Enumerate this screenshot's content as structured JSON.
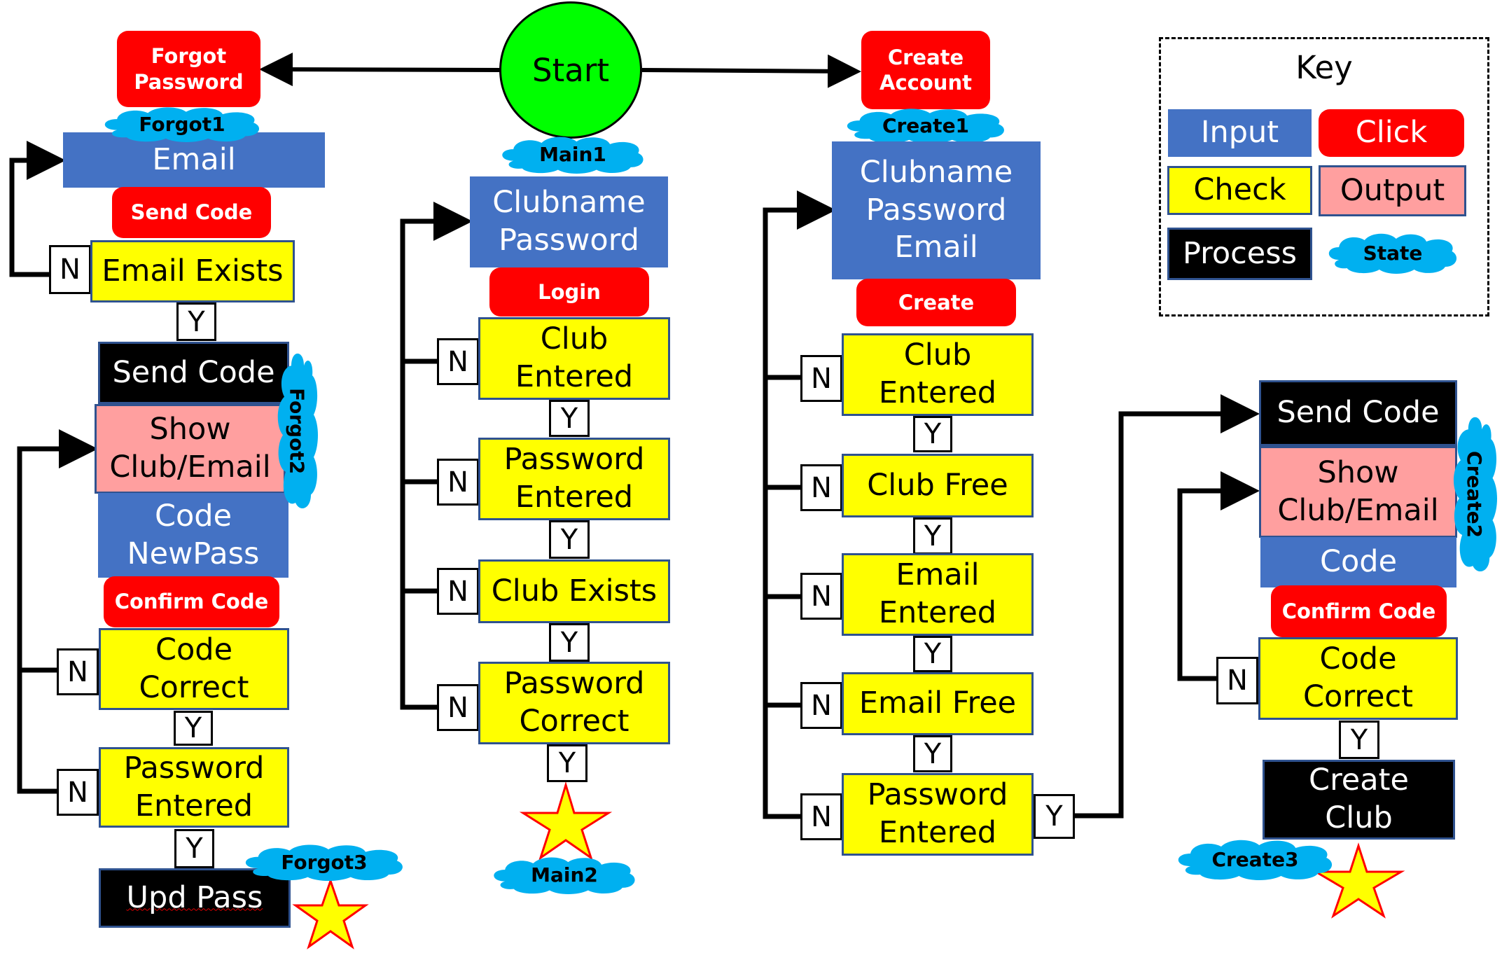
{
  "start": {
    "label": "Start"
  },
  "key": {
    "title": "Key",
    "items": [
      {
        "type": "input",
        "label": "Input",
        "color": "#4472c4"
      },
      {
        "type": "click",
        "label": "Click",
        "color": "#ff0000"
      },
      {
        "type": "check",
        "label": "Check",
        "color": "#ffff00"
      },
      {
        "type": "output",
        "label": "Output",
        "color": "#ff9f9f"
      },
      {
        "type": "process",
        "label": "Process",
        "color": "#000000"
      },
      {
        "type": "state",
        "label": "State",
        "color": "#00b0f0"
      }
    ]
  },
  "forgot": {
    "entry": "Forgot\nPassword",
    "state1": "Forgot1",
    "email_input": "Email",
    "send_code_click": "Send Code",
    "email_exists": "Email Exists",
    "send_code_process": "Send Code",
    "show_output": "Show\nClub/Email",
    "state2": "Forgot2",
    "code_input": "Code\nNewPass",
    "confirm_click": "Confirm Code",
    "code_correct": "Code\nCorrect",
    "password_entered": "Password\nEntered",
    "upd_pass": "Upd Pass",
    "state3": "Forgot3"
  },
  "main": {
    "state1": "Main1",
    "input": "Clubname\nPassword",
    "login_click": "Login",
    "checks": [
      "Club\nEntered",
      "Password\nEntered",
      "Club Exists",
      "Password\nCorrect"
    ],
    "state2": "Main2"
  },
  "create": {
    "entry": "Create\nAccount",
    "state1": "Create1",
    "input": "Clubname\nPassword\nEmail",
    "create_click": "Create",
    "checks": [
      "Club\nEntered",
      "Club Free",
      "Email\nEntered",
      "Email Free",
      "Password\nEntered"
    ],
    "send_code_process": "Send Code",
    "show_output": "Show\nClub/Email",
    "state2": "Create2",
    "code_input": "Code",
    "confirm_click": "Confirm Code",
    "code_correct": "Code\nCorrect",
    "create_club": "Create\nClub",
    "state3": "Create3"
  },
  "branch": {
    "yes": "Y",
    "no": "N"
  }
}
